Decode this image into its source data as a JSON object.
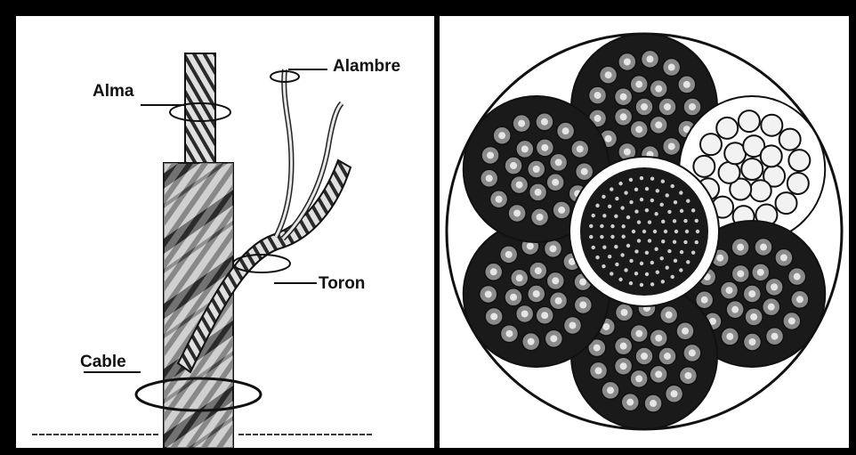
{
  "labels": {
    "alma": "Alma",
    "alambre": "Alambre",
    "toron": "Toron",
    "cable": "Cable"
  },
  "colors": {
    "frame": "#000000",
    "background": "#ffffff",
    "ink": "#111111",
    "wire_light": "#e6e6e6",
    "rope_shade": "#2a2a2a"
  },
  "cross_section": {
    "outer_strands": 6,
    "highlighted_strand_index": 1
  }
}
